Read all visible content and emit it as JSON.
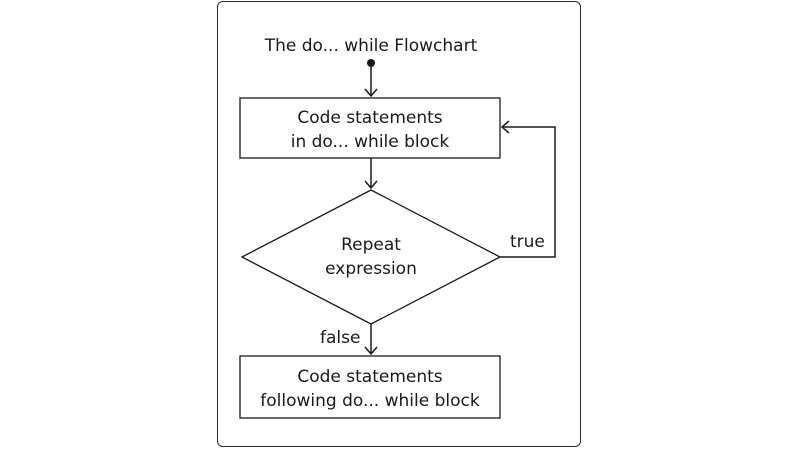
{
  "diagram": {
    "title": "The do... while Flowchart",
    "top_box": {
      "line1": "Code statements",
      "line2": "in do... while block"
    },
    "decision": {
      "line1": "Repeat",
      "line2": "expression"
    },
    "true_label": "true",
    "false_label": "false",
    "bottom_box": {
      "line1": "Code statements",
      "line2": "following do... while block"
    }
  }
}
